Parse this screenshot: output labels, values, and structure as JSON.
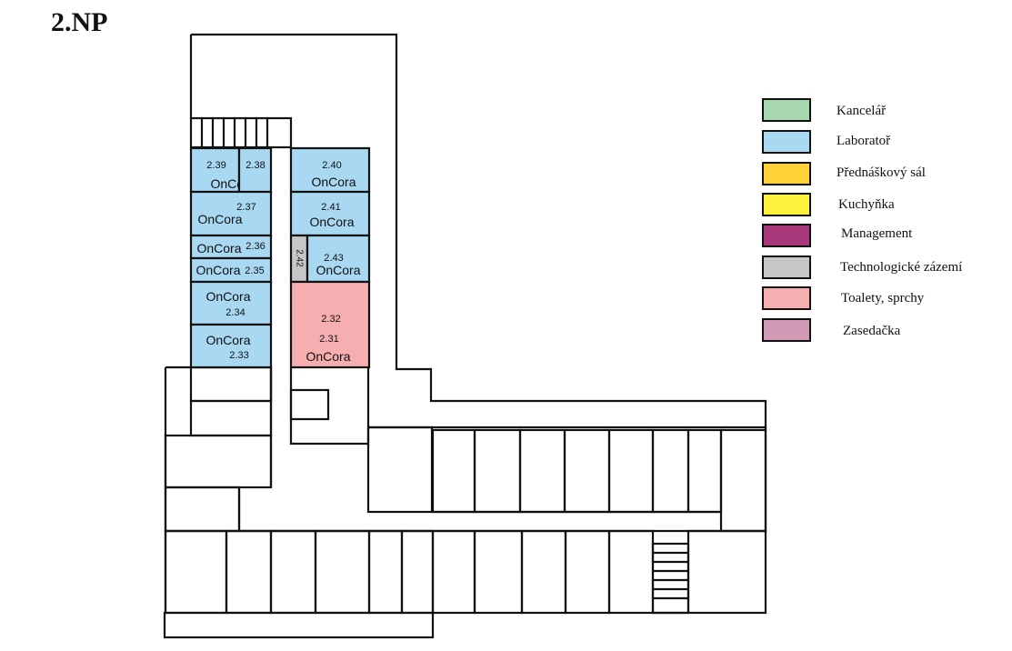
{
  "floor": {
    "title": "2.NP"
  },
  "legend": [
    {
      "label": "Kancelář",
      "color": "#a8d8b0"
    },
    {
      "label": "Laboratoř",
      "color": "#a9d8f2"
    },
    {
      "label": "Přednáškový sál",
      "color": "#ffd23a"
    },
    {
      "label": "Kuchyňka",
      "color": "#fff23c"
    },
    {
      "label": "Management",
      "color": "#a8387a"
    },
    {
      "label": "Technologické zázemí",
      "color": "#c6c6c6"
    },
    {
      "label": "Toalety, sprchy",
      "color": "#f7aeb0"
    },
    {
      "label": "Zasedačka",
      "color": "#d09ab5"
    }
  ],
  "rooms": {
    "r239": {
      "number": "2.39",
      "tenant": "OnCora"
    },
    "r238": {
      "number": "2.38"
    },
    "r237": {
      "number": "2.37",
      "tenant": "OnCora"
    },
    "r236": {
      "number": "2.36",
      "tenant": "OnCora"
    },
    "r235": {
      "number": "2.35",
      "tenant": "OnCora"
    },
    "r234": {
      "number": "2.34",
      "tenant": "OnCora"
    },
    "r233": {
      "number": "2.33",
      "tenant": "OnCora"
    },
    "r240": {
      "number": "2.40",
      "tenant": "OnCora"
    },
    "r241": {
      "number": "2.41",
      "tenant": "OnCora"
    },
    "r242": {
      "number": "2.42"
    },
    "r243": {
      "number": "2.43",
      "tenant": "OnCora"
    },
    "r232": {
      "number": "2.32"
    },
    "r231": {
      "number": "2.31",
      "tenant": "OnCora"
    }
  }
}
